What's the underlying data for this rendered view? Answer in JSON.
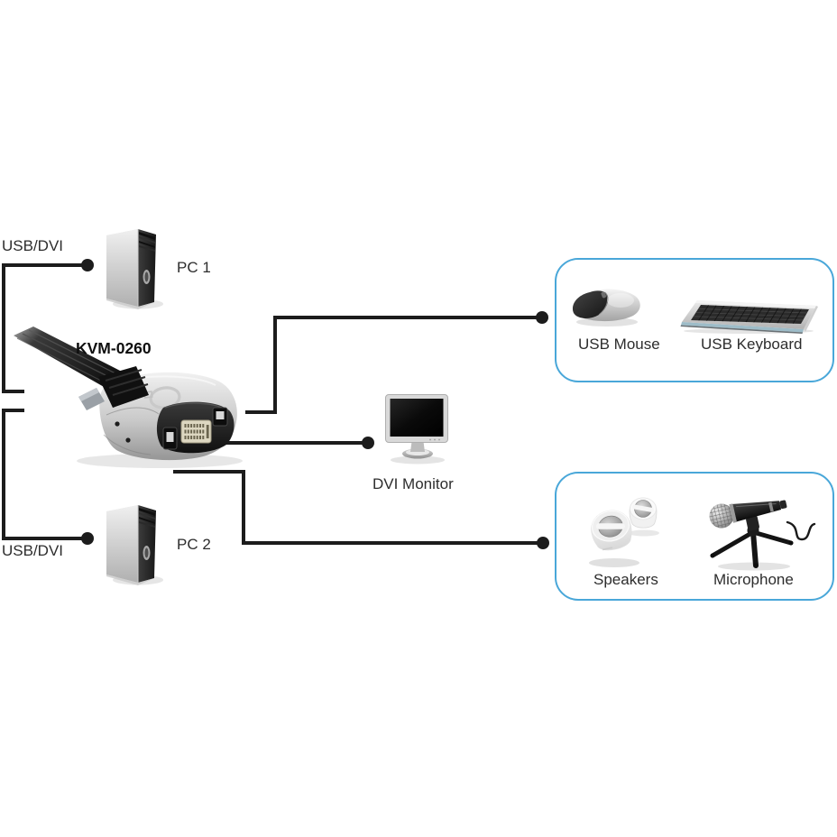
{
  "diagram_title": "KVM-0260",
  "computers": {
    "pc1": {
      "label": "PC 1",
      "connection_label": "USB/DVI"
    },
    "pc2": {
      "label": "PC 2",
      "connection_label": "USB/DVI"
    }
  },
  "monitor": {
    "label": "DVI Monitor"
  },
  "console_group": {
    "mouse_label": "USB Mouse",
    "keyboard_label": "USB Keyboard"
  },
  "audio_group": {
    "speakers_label": "Speakers",
    "microphone_label": "Microphone"
  },
  "images": {
    "pc1": "desktop-tower",
    "pc2": "desktop-tower",
    "kvm": "kvm-0260-switch-with-cables",
    "monitor": "lcd-monitor",
    "mouse": "usb-mouse",
    "keyboard": "usb-keyboard",
    "speakers": "stereo-speakers",
    "microphone": "microphone-on-tripod"
  },
  "colors": {
    "connector_line": "#1c1c1c",
    "label_text": "#2d2d2d",
    "group_box_border": "#49a7d9",
    "background": "#ffffff"
  }
}
